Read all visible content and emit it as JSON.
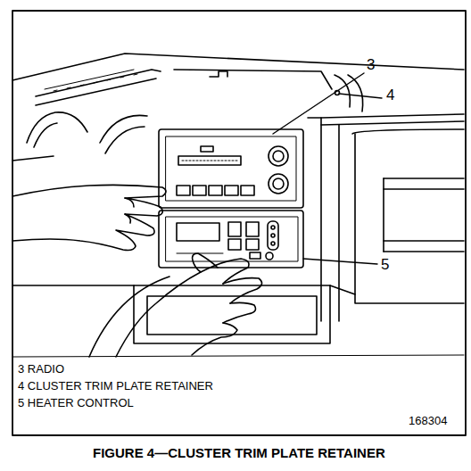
{
  "diagram": {
    "caption": "FIGURE 4—CLUSTER TRIM PLATE RETAINER",
    "labels": [
      "3",
      "4",
      "5",
      "3 RADIO",
      "4 CLUSTER TRIM PLATE RETAINER",
      "5 HEATER CONTROL",
      "168304"
    ]
  }
}
